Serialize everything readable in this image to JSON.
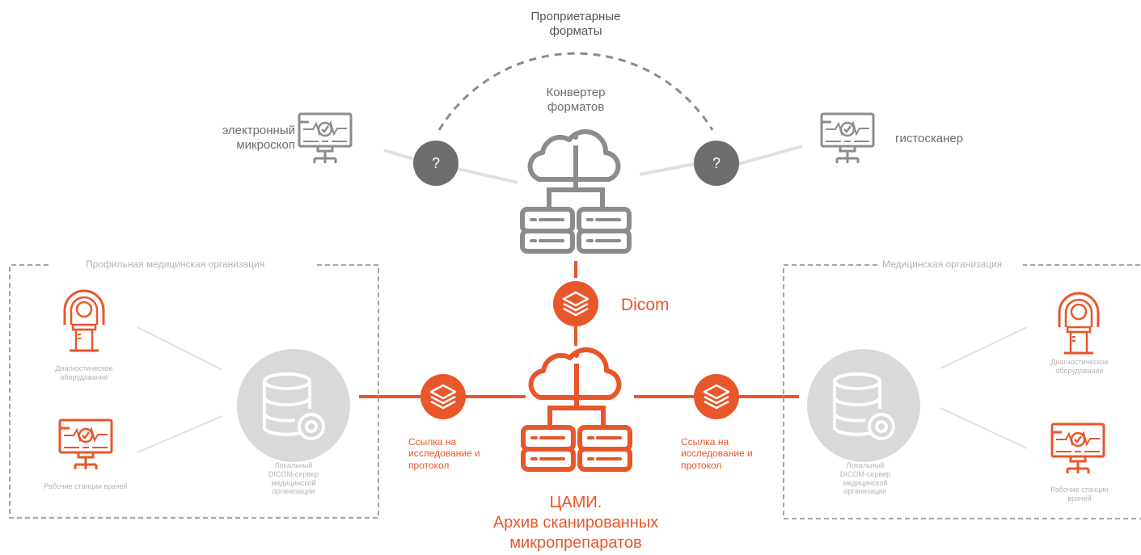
{
  "colors": {
    "accent": "#e8562a",
    "gray": "#8c8c8c",
    "light_gray": "#d4d4d4",
    "node_gray": "#6e6e6e"
  },
  "top": {
    "proprietary_formats": "Проприетарные\nформаты",
    "converter": "Конвертер\nформатов",
    "microscope": "электронный\nмикроскоп",
    "histoscanner": "гистосканер",
    "unknown_mark": "?"
  },
  "center": {
    "dicom": "Dicom",
    "archive_title": "ЦАМИ.\nАрхив сканированных\nмикропрепаратов",
    "link_left": "Ссылка на\nисследование и\nпротокол",
    "link_right": "Ссылка на\nисследование и\nпротокол"
  },
  "left_org": {
    "title": "Профильная медицинская организация",
    "equipment": "Диагностическое\nоборудование",
    "workstations": "Рабочие станции врачей",
    "server": "Локальный\nDICOM-сервер\nмедицинской\nорганизации"
  },
  "right_org": {
    "title": "Медицинская организация",
    "equipment": "Диагностическое\nоборудование",
    "workstations": "Рабочие  станции\nврачей",
    "server": "Локальный\nDICOM-сервер\nмедицинской\nорганизации"
  },
  "icons": [
    "monitor-icon",
    "cloud-server-icon",
    "layers-icon",
    "database-gear-icon",
    "scanner-icon"
  ]
}
